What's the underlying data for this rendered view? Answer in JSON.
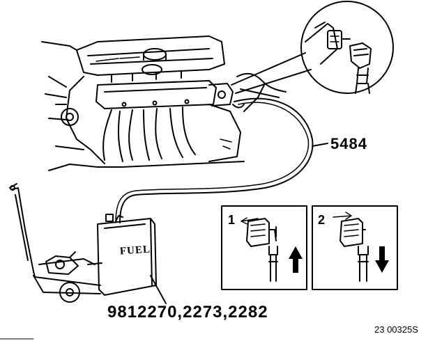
{
  "labels": {
    "tool_number": "5484",
    "part_numbers": "9812270,2273,2282",
    "figure_ref": "23 00325S",
    "step_one": "1",
    "step_two": "2",
    "container_text": "FUEL"
  },
  "icons": {
    "arrow_left": "arrow-left-icon",
    "arrow_right": "arrow-right-icon",
    "arrow_up": "arrow-up-icon",
    "arrow_down": "arrow-down-icon"
  },
  "colors": {
    "ink": "#000000",
    "paper": "#ffffff"
  }
}
